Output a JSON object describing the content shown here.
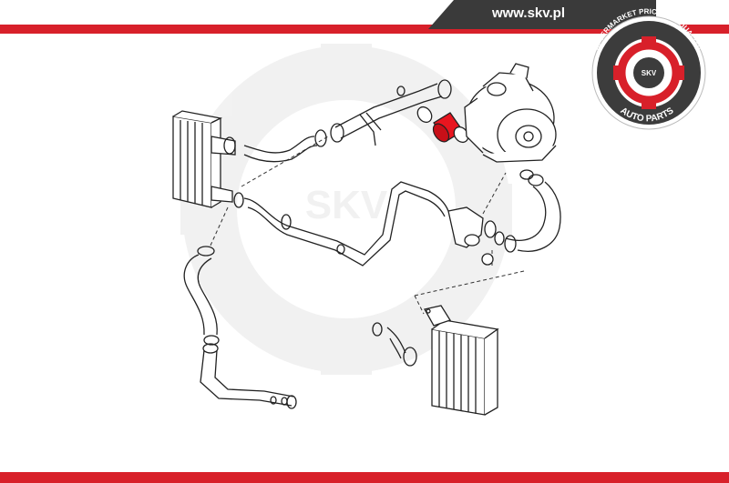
{
  "header": {
    "website": "www.skv.pl"
  },
  "logo": {
    "ring_text_top": "AFTERMARKET PRICE - OE QUALITY",
    "ring_text_bottom": "AUTO PARTS",
    "center_text": "SKV",
    "watermark_text": "SKV"
  },
  "colors": {
    "accent_red": "#d8202a",
    "dark_tab": "#3a3a3a",
    "highlight_part": "#e8151f"
  }
}
